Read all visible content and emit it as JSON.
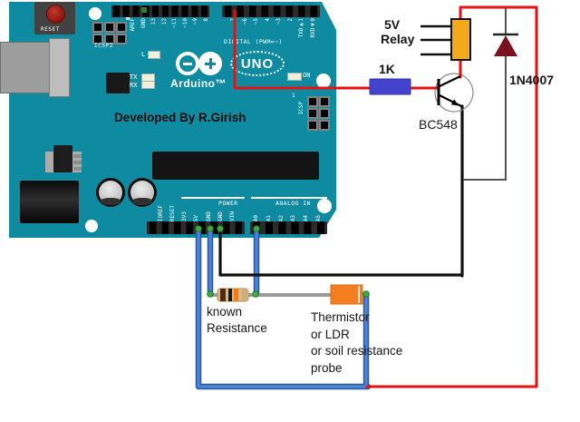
{
  "board": {
    "credit": "Developed By R.Girish",
    "reset_label": "RESET",
    "icsp2_label": "ICSP2",
    "icsp_label": "ICSP",
    "icsp_pin1": "1",
    "led_l": "L",
    "led_tx": "TX",
    "led_rx": "RX",
    "led_on": "ON",
    "uno": "UNO",
    "brand": "Arduino™",
    "digital_caption": "DIGITAL (PWM=~)",
    "power_caption": "POWER",
    "analog_caption": "ANALOG IN",
    "digital_labels_left": [
      "AREF",
      "GND",
      "13",
      "12",
      "~11",
      "~10",
      "~9",
      "8"
    ],
    "digital_labels_right": [
      "7",
      "~6",
      "~5",
      "4",
      "~3",
      "2",
      "TXD▶1",
      "RXD◀0"
    ],
    "power_labels": [
      "IOREF",
      "RESET",
      "3V3",
      "5V",
      "GND",
      "GND",
      "VIN"
    ],
    "analog_labels": [
      "A0",
      "A1",
      "A2",
      "A3",
      "A4",
      "A5"
    ]
  },
  "circuit": {
    "relay_label_line1": "5V",
    "relay_label_line2": "Relay",
    "resistor_value": "1K",
    "transistor_label": "BC548",
    "diode_label": "1N4007",
    "known_resistor_lines": [
      "known",
      "Resistance"
    ],
    "sensor_lines": [
      "Thermistor",
      "or LDR",
      "or soil resistance",
      "probe"
    ]
  },
  "colors": {
    "board_teal": "#0f8ba1",
    "wire_red": "#e51212",
    "wire_blue": "#4f86d4",
    "wire_black": "#111111",
    "wire_gray": "#9a9a9a",
    "relay_yellow": "#f4a81b",
    "resistor_1k_blue": "#4443cd",
    "sensor_orange": "#f47d20",
    "diode_maroon": "#78121f",
    "connector_green": "#3bad43"
  }
}
